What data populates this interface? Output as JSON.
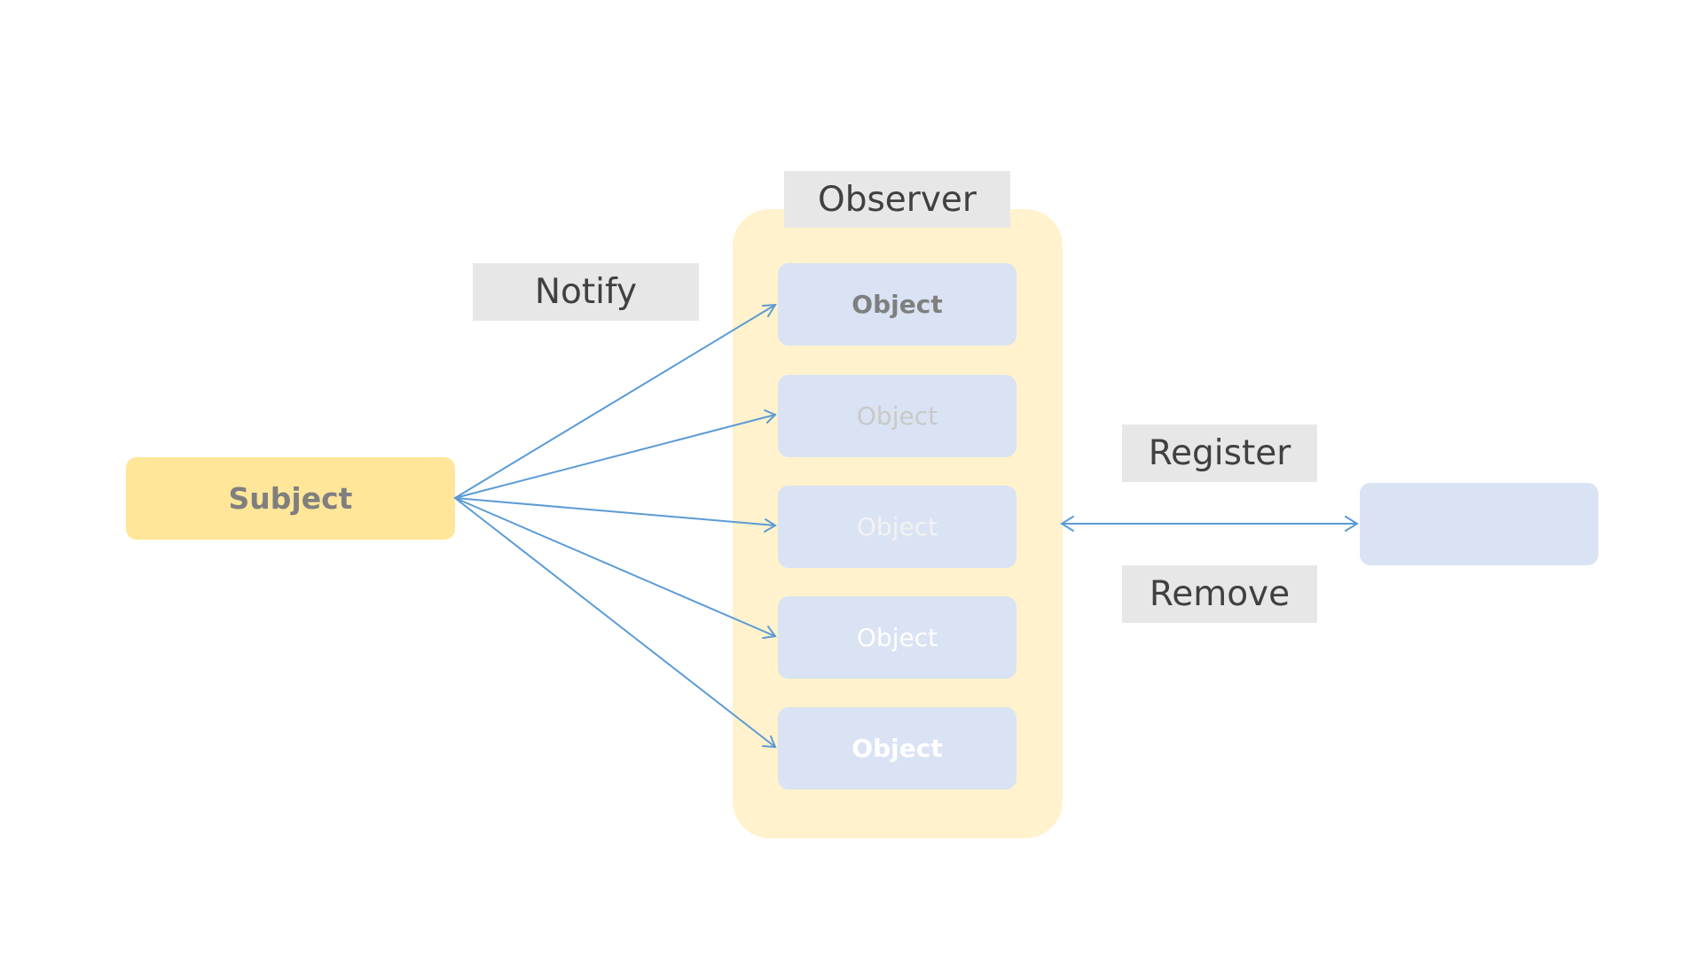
{
  "diagram": {
    "subject": {
      "label": "Subject"
    },
    "observer": {
      "title": "Observer",
      "objects": [
        {
          "label": "Object"
        },
        {
          "label": "Object"
        },
        {
          "label": "Object"
        },
        {
          "label": "Object"
        },
        {
          "label": "Object"
        }
      ]
    },
    "notify_label": "Notify",
    "register_label": "Register",
    "remove_label": "Remove",
    "colors": {
      "subject_fill": "#ffe699",
      "observer_fill": "#fff2cc",
      "object_fill": "#dae3f3",
      "label_fill": "#e7e7e7",
      "arrow": "#5b9bd5"
    }
  }
}
